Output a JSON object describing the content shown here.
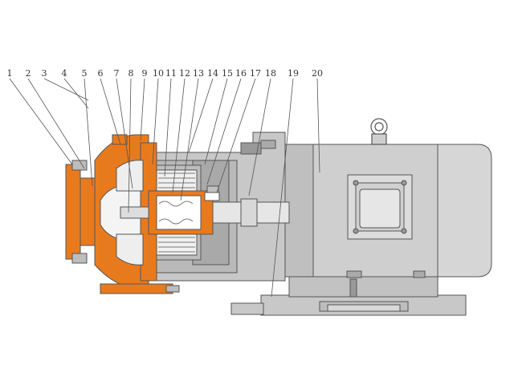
{
  "callouts": [
    {
      "label": "1"
    },
    {
      "label": "2"
    },
    {
      "label": "3"
    },
    {
      "label": "4"
    },
    {
      "label": "5"
    },
    {
      "label": "6"
    },
    {
      "label": "7"
    },
    {
      "label": "8"
    },
    {
      "label": "9"
    },
    {
      "label": "10"
    },
    {
      "label": "11"
    },
    {
      "label": "12"
    },
    {
      "label": "13"
    },
    {
      "label": "14"
    },
    {
      "label": "15"
    },
    {
      "label": "16"
    },
    {
      "label": "17"
    },
    {
      "label": "18"
    },
    {
      "label": "19"
    },
    {
      "label": "20"
    }
  ],
  "colors": {
    "pump_body": "#e87a1e",
    "motor_fill": "#cfcfcf",
    "housing_fill": "#c8c8c8",
    "outline": "#555555",
    "shaft": "#e6e6e6"
  }
}
